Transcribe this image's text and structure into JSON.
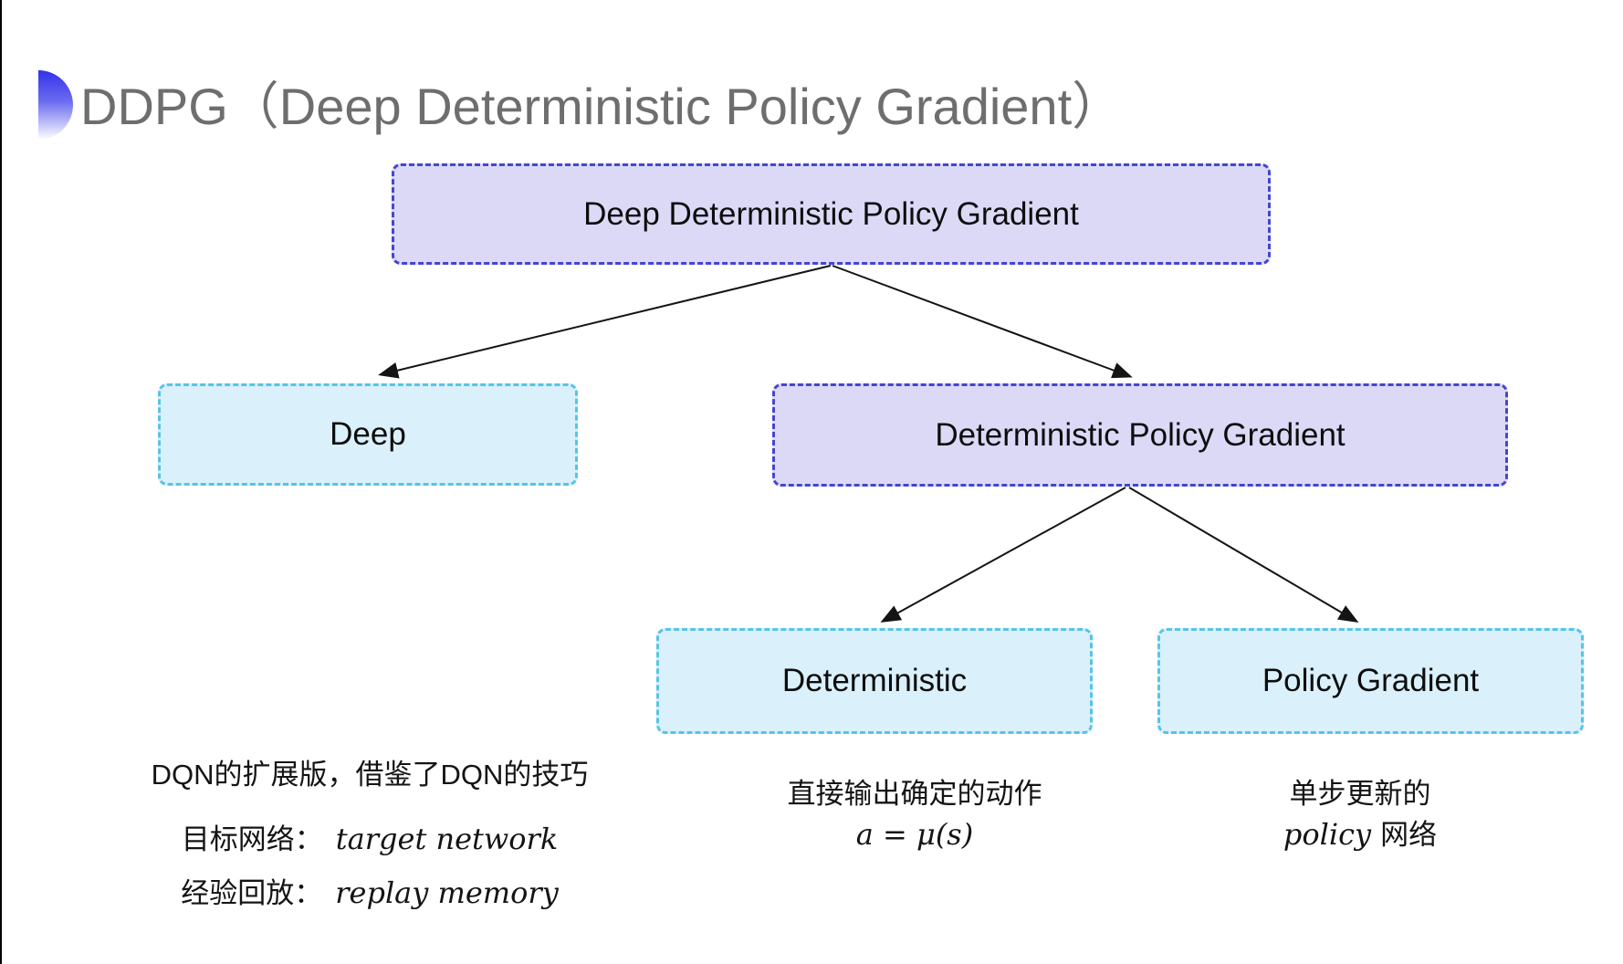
{
  "title": "DDPG（Deep Deterministic Policy Gradient）",
  "tree": {
    "root": {
      "label": "Deep Deterministic Policy Gradient"
    },
    "children": [
      {
        "label": "Deep"
      },
      {
        "label": "Deterministic Policy Gradient"
      }
    ],
    "grandchildren": [
      {
        "label": "Deterministic"
      },
      {
        "label": "Policy Gradient"
      }
    ]
  },
  "notes": {
    "deep": {
      "line1": "DQN的扩展版，借鉴了DQN的技巧",
      "target_label": "目标网络：",
      "target_value": "target network",
      "replay_label": "经验回放：",
      "replay_value": "replay memory"
    },
    "deterministic": {
      "line1": "直接输出确定的动作",
      "formula": "a = μ(s)"
    },
    "policy_gradient": {
      "line1": "单步更新的",
      "word_en": "policy",
      "word_zh": "网络"
    }
  },
  "colors": {
    "purple_fill": "#dcd9f7",
    "purple_border": "#4545d0",
    "cyan_fill": "#daf0fb",
    "cyan_border": "#56c4e8",
    "title_gray": "#6e6e6e",
    "accent_blue": "#3232e8",
    "arrow": "#141414"
  }
}
